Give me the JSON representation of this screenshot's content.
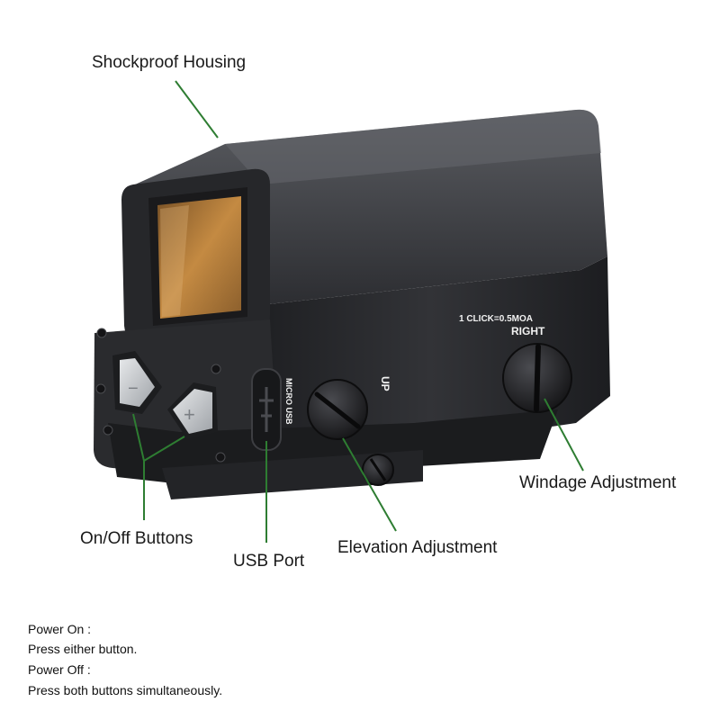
{
  "callouts": {
    "housing": "Shockproof Housing",
    "buttons": "On/Off Buttons",
    "usb": "USB Port",
    "elevation": "Elevation Adjustment",
    "windage": "Windage Adjustment"
  },
  "engravings": {
    "click": "1 CLICK=0.5MOA",
    "right": "RIGHT",
    "up": "UP",
    "micro_usb": "MICRO USB"
  },
  "instructions": [
    "Power On :",
    "Press either button.",
    "Power Off :",
    "Press both buttons simultaneously."
  ],
  "colors": {
    "leader_line": "#2e7d32",
    "body": "#2b2c2f",
    "lens": "#b07a38"
  }
}
